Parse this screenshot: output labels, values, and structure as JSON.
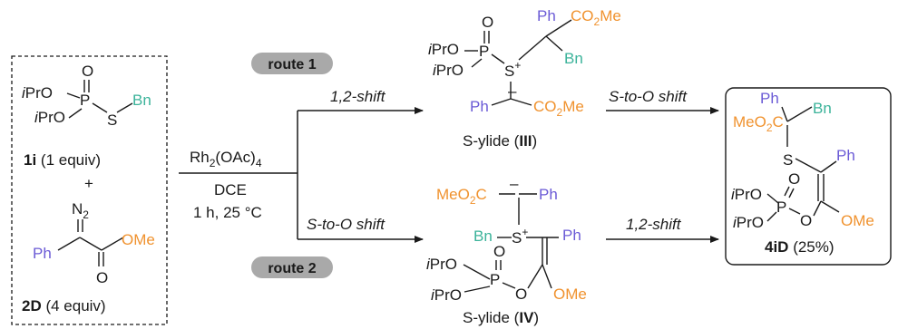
{
  "reagents": {
    "r1_name": "1i",
    "r1_amount": " (1 equiv)",
    "plus": "+",
    "r2_name": "2D",
    "r2_amount": " (4 equiv)"
  },
  "conditions": {
    "catalyst_a": "Rh",
    "catalyst_sub": "2",
    "catalyst_b": "(OAc)",
    "catalyst_sub2": "4",
    "solvent": "DCE",
    "time_temp": "1 h, 25 °C"
  },
  "routes": {
    "route1_label": "route 1",
    "route2_label": "route 2",
    "shift_12": "1,2-shift",
    "shift_s_to_o": "S-to-O shift"
  },
  "intermediates": {
    "iii_prefix": "S-ylide (",
    "iii_label": "III",
    "iii_suffix": ")",
    "iv_prefix": "S-ylide (",
    "iv_label": "IV",
    "iv_suffix": ")"
  },
  "product": {
    "name": "4iD",
    "yield": " (25%)"
  },
  "atoms": {
    "O": "O",
    "P": "P",
    "S": "S",
    "i": "i",
    "PrO": "PrO",
    "Pr": "Pr",
    "Bn": "Bn",
    "Ph": "Ph",
    "N": "N",
    "two": "2",
    "C": "C",
    "OMe": "OMe",
    "CO": "CO",
    "Me": "Me",
    "MeO": "MeO",
    "plus": "+",
    "minus": "–"
  },
  "colors": {
    "phenyl": "#6b5bd6",
    "ester": "#f0922e",
    "benzyl": "#3bb39a",
    "pill": "#a9a9a9"
  }
}
